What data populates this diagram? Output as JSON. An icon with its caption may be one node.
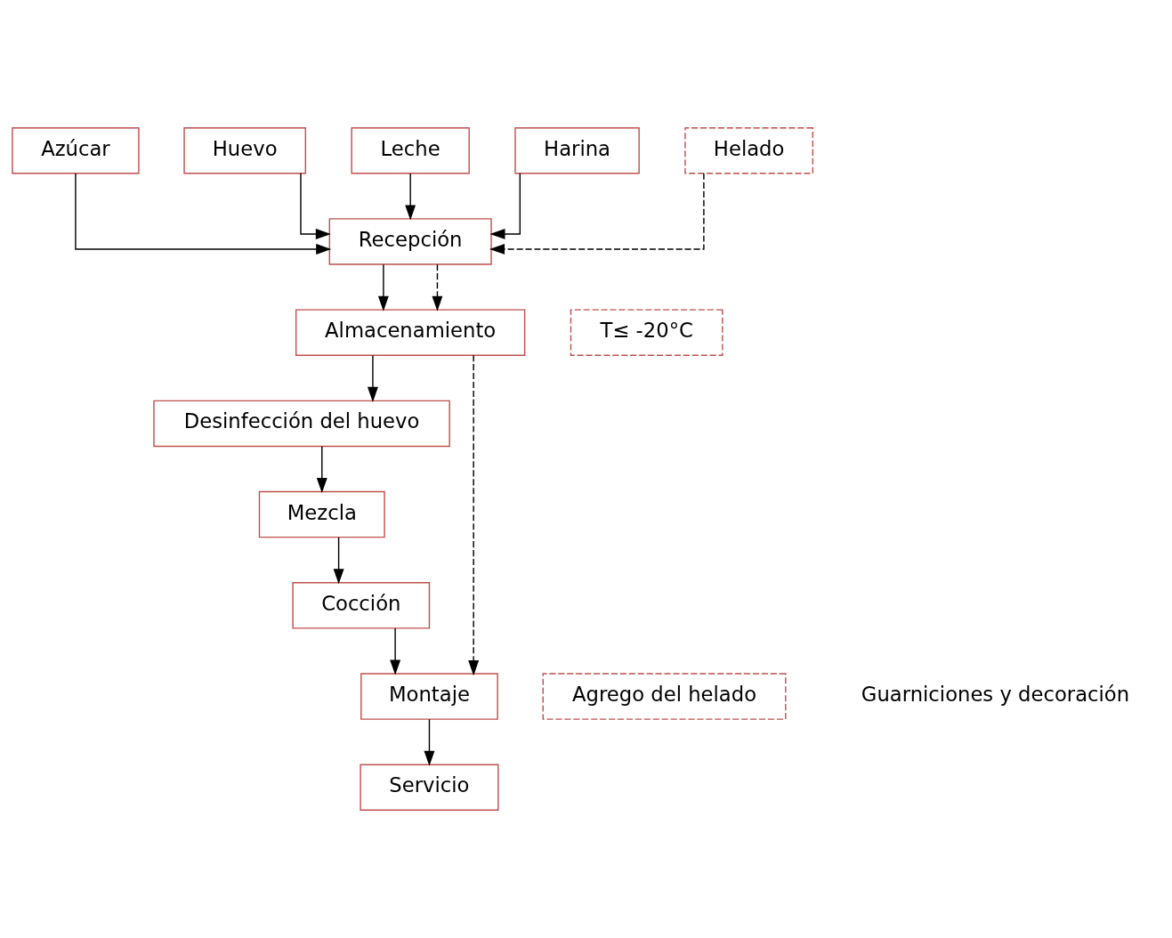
{
  "diagram": {
    "nodes": [
      {
        "text": [
          "Azúcar"
        ]
      },
      {
        "text": [
          "Huevo"
        ]
      },
      {
        "text": [
          "Leche"
        ]
      },
      {
        "text": [
          "Harina"
        ]
      },
      {
        "text": [
          "Helado"
        ]
      },
      {
        "text": [
          "Recepción"
        ]
      },
      {
        "text": [
          "Almacenamiento"
        ]
      },
      {
        "text": [
          "T≤ -20°C"
        ]
      },
      {
        "text": [
          "Desinfección del huevo"
        ]
      },
      {
        "text": [
          "Mezcla"
        ]
      },
      {
        "text": [
          "Cocción"
        ]
      },
      {
        "text": [
          "Montaje"
        ]
      },
      {
        "text": [
          "Agrego del helado"
        ]
      },
      {
        "text": [
          "Servicio"
        ]
      }
    ],
    "edges": [
      {
        "from": 0,
        "to": 5,
        "arrow": "to"
      },
      {
        "from": 1,
        "to": 5,
        "arrow": "to"
      },
      {
        "from": 2,
        "to": 5,
        "arrow": "to"
      },
      {
        "from": 3,
        "to": 5,
        "arrow": "to"
      },
      {
        "from": 4,
        "to": 5,
        "arrow": "to",
        "style": "dashed"
      },
      {
        "from": 5,
        "to": 6,
        "arrow": "to"
      },
      {
        "from": 5,
        "to": 6,
        "arrow": "to",
        "style": "dashed"
      },
      {
        "from": 6,
        "to": 8,
        "arrow": "to"
      },
      {
        "from": 8,
        "to": 9,
        "arrow": "to"
      },
      {
        "from": 9,
        "to": 10,
        "arrow": "to"
      },
      {
        "from": 10,
        "to": 11,
        "arrow": "to"
      },
      {
        "from": 6,
        "to": 11,
        "arrow": "to",
        "style": "dashed"
      },
      {
        "from": 11,
        "to": 13,
        "arrow": "to"
      }
    ],
    "labels": [
      "Guarniciones y decoración"
    ]
  }
}
